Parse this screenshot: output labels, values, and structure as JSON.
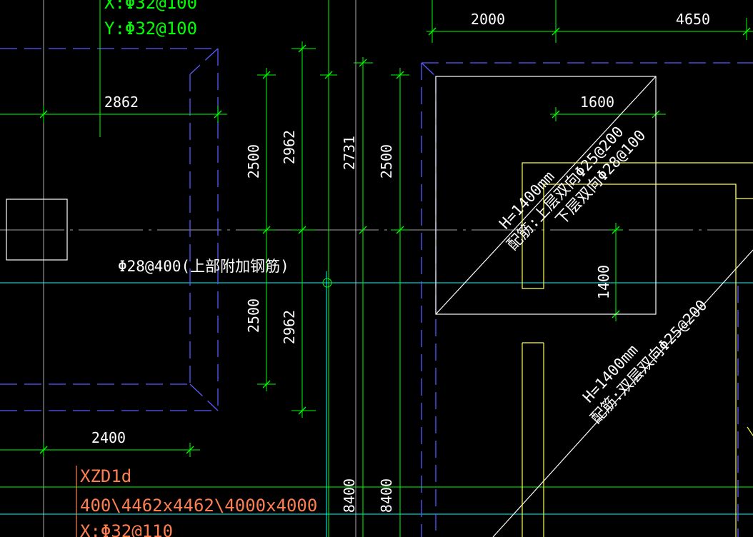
{
  "colors": {
    "background": "#000000",
    "dimension": "#00ff00",
    "axis": "#00ffff",
    "dashed": "#5a5aff",
    "outline": "#ffffff",
    "column": "#ffff55",
    "label": "#ff7f50"
  },
  "dims": {
    "d2000": "2000",
    "d4650": "4650",
    "d2862": "2862",
    "d1600": "1600",
    "d2500a": "2500",
    "d2962a": "2962",
    "d2731": "2731",
    "d2500b": "2500",
    "d2500c": "2500",
    "d2962b": "2962",
    "d1400": "1400",
    "d2400": "2400",
    "d8400a": "8400",
    "d8400b": "8400"
  },
  "rebar_top": {
    "x": "X:Φ32@100",
    "y": "Y:Φ32@100"
  },
  "rebar_note": "Φ28@400(上部附加钢筋)",
  "slab_upper": {
    "h": "H=1400mm",
    "line1": "配筋:上层双向Φ25@200",
    "line2": "下层双向Φ28@100"
  },
  "slab_lower": {
    "h": "H=1400mm",
    "line1": "配筋:双层双向Φ25@200"
  },
  "label_block": {
    "name": "XZD1d",
    "size": "400\\4462x4462\\4000x4000",
    "x": "X:Φ32@110"
  }
}
